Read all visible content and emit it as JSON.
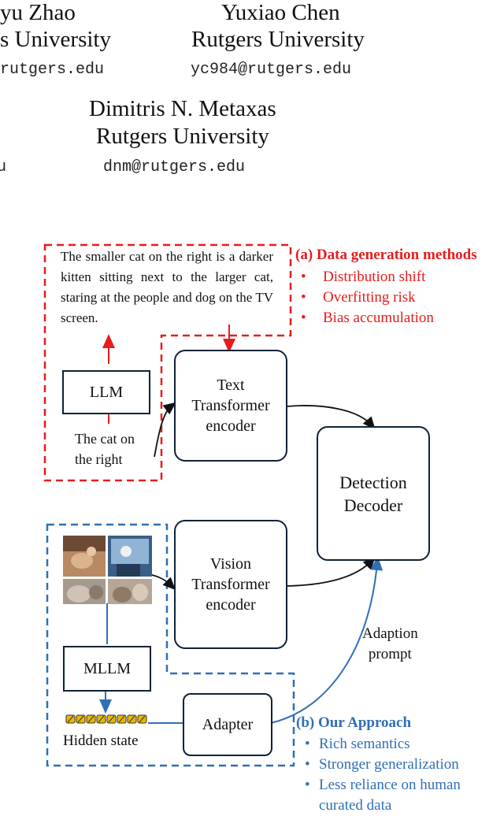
{
  "authors": [
    {
      "name": "yu Zhao",
      "affiliation": "s University",
      "email": "rutgers.edu"
    },
    {
      "name": "Yuxiao Chen",
      "affiliation": "Rutgers University",
      "email": "yc984@rutgers.edu"
    },
    {
      "name": "Dimitris N. Metaxas",
      "affiliation": "Rutgers University",
      "email": "dnm@rutgers.edu"
    },
    {
      "email_fragment": "u"
    }
  ],
  "figure": {
    "generated_caption": "The smaller cat on the right is a darker kitten sitting next to the larger cat, staring at the people and dog on the TV screen.",
    "llm_label": "LLM",
    "query_text": "The cat on the right",
    "text_encoder": [
      "Text",
      "Transformer",
      "encoder"
    ],
    "vision_encoder": [
      "Vision",
      "Transformer",
      "encoder"
    ],
    "decoder": [
      "Detection",
      "Decoder"
    ],
    "mllm_label": "MLLM",
    "hidden_state_label": "Hidden state",
    "adapter_label": "Adapter",
    "adaption_prompt": [
      "Adaption",
      "prompt"
    ],
    "data_generation": {
      "title": "(a) Data generation methods",
      "items": [
        "Distribution shift",
        "Overfitting risk",
        "Bias accumulation"
      ],
      "bullet": "•",
      "color": "#e81c1c"
    },
    "our_approach": {
      "title": "(b) Our Approach",
      "items": [
        "Rich semantics",
        "Stronger generalization",
        "Less reliance on human",
        "curated data"
      ],
      "bullet": "•",
      "color": "#2f6fb5"
    }
  }
}
